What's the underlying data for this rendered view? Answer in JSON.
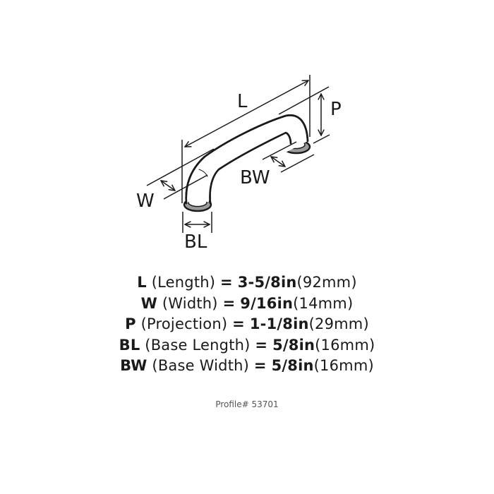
{
  "diagram": {
    "subject": "cabinet pull handle",
    "labels": {
      "length": "L",
      "projection": "P",
      "width": "W",
      "base_length": "BL",
      "base_width": "BW"
    }
  },
  "specs": [
    {
      "abbr": "L",
      "name": "(Length)",
      "equals": "=",
      "imperial": "3-5/8in",
      "metric": "(92mm)"
    },
    {
      "abbr": "W",
      "name": "(Width)",
      "equals": "=",
      "imperial": "9/16in",
      "metric": "(14mm)"
    },
    {
      "abbr": "P",
      "name": "(Projection)",
      "equals": "=",
      "imperial": "1-1/8in",
      "metric": "(29mm)"
    },
    {
      "abbr": "BL",
      "name": "(Base Length)",
      "equals": "=",
      "imperial": "5/8in",
      "metric": "(16mm)"
    },
    {
      "abbr": "BW",
      "name": "(Base Width)",
      "equals": "=",
      "imperial": "5/8in",
      "metric": "(16mm)"
    }
  ],
  "profile": "Profile# 53701",
  "colors": {
    "line": "#1a1a1a",
    "base_ring": "#8a8a8a",
    "text_secondary": "#555555"
  }
}
